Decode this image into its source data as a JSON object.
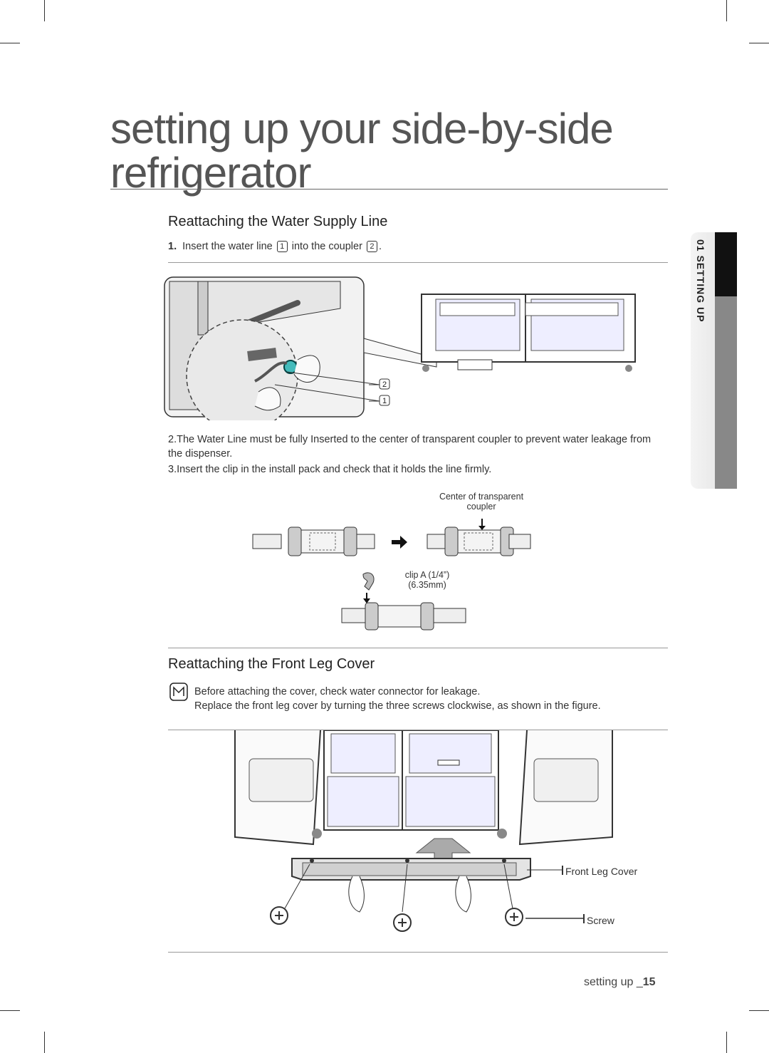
{
  "header": {
    "title_line1": "setting up your side-by-side",
    "title_line2": "refrigerator"
  },
  "side_tab": {
    "label": "01 SETTING UP"
  },
  "section_water": {
    "heading": "Reattaching the Water Supply Line",
    "step1_num": "1.",
    "step1_a": "Insert the water line",
    "step1_badge1": "1",
    "step1_b": "into the coupler",
    "step1_badge2": "2",
    "step1_end": ".",
    "figure_labels": {
      "callout2": "2",
      "callout1": "1"
    },
    "step2": "2.The Water Line must be fully Inserted to the center of transparent coupler to prevent water leakage from the dispenser.",
    "step3": "3.Insert the clip in the install pack and check that it holds the line firmly.",
    "coupler_label_line1": "Center of transparent",
    "coupler_label_line2": "coupler",
    "clip_label_line1": "clip A (1/4”)",
    "clip_label_line2": "(6.35mm)"
  },
  "section_leg": {
    "heading": "Reattaching the Front Leg Cover",
    "note_line1": "Before attaching the cover, check water connector for leakage.",
    "note_line2": "Replace the front leg cover by turning the three screws clockwise, as shown in the figure.",
    "label_cover": "Front Leg Cover",
    "label_screw": "Screw"
  },
  "footer": {
    "section": "setting up _",
    "page": "15"
  }
}
